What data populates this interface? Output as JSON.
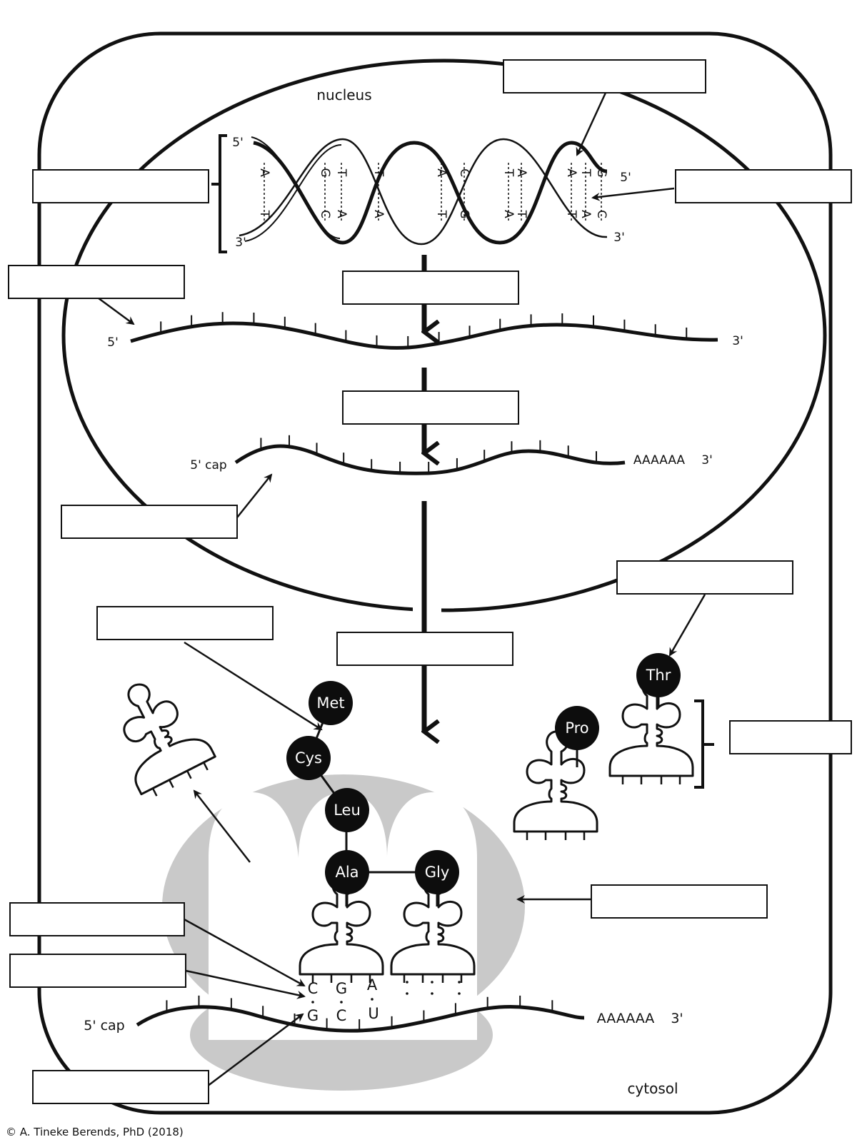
{
  "labels": {
    "nucleus": "nucleus",
    "cytosol": "cytosol",
    "copyright": "© A. Tineke Berends, PhD (2018)",
    "five_prime": "5'",
    "three_prime": "3'",
    "five_prime_cap": "5' cap",
    "poly_a": "AAAAAA",
    "three_prime_end": "3'"
  },
  "dna_bases": {
    "top_strand": [
      "A",
      "G",
      "T",
      "T",
      "A",
      "C",
      "T",
      "A",
      "A",
      "T",
      "G"
    ],
    "bottom_strand": [
      "T",
      "C",
      "A",
      "A",
      "T",
      "G",
      "A",
      "T",
      "T",
      "A",
      "C"
    ]
  },
  "amino_acids": {
    "met": "Met",
    "cys": "Cys",
    "leu": "Leu",
    "ala": "Ala",
    "gly": "Gly",
    "pro": "Pro",
    "thr": "Thr"
  },
  "anticodon_bases": [
    "C",
    "G",
    "A"
  ],
  "codon_bases": [
    "G",
    "C",
    "U"
  ],
  "blank_label_boxes": [
    "",
    "",
    "",
    "",
    "",
    "",
    "",
    "",
    "",
    "",
    "",
    "",
    "",
    "",
    ""
  ]
}
